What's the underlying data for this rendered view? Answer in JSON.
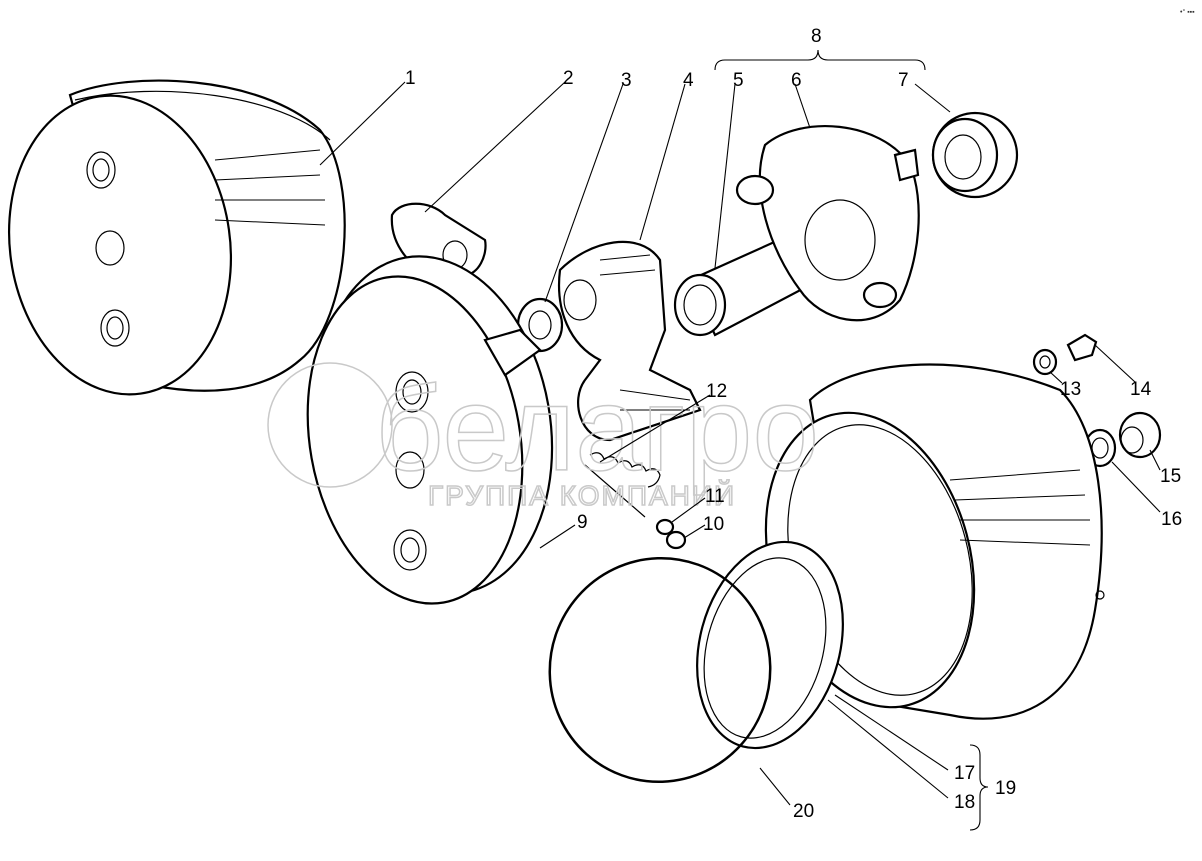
{
  "diagram": {
    "corner_mark": "•° ▪▪▪",
    "watermark": {
      "brand": "белагро",
      "subtitle": "ГРУППА КОМПАНИЙ"
    },
    "callouts": [
      "1",
      "2",
      "3",
      "4",
      "5",
      "6",
      "7",
      "8",
      "9",
      "10",
      "11",
      "12",
      "13",
      "14",
      "15",
      "16",
      "17",
      "18",
      "19",
      "20"
    ]
  }
}
